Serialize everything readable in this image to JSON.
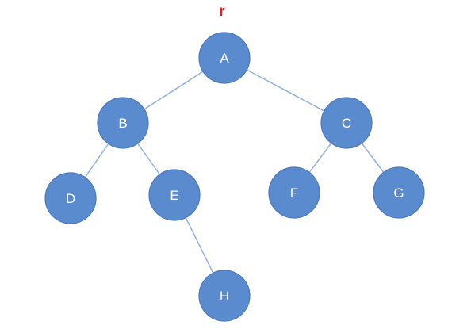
{
  "root_marker": {
    "text": "r",
    "color": "#e31b1b"
  },
  "colors": {
    "node_fill": "#5b8bcf",
    "node_stroke": "#4a78ba",
    "edge": "#8fb0dd",
    "label": "#ffffff"
  },
  "tree": {
    "nodes": [
      {
        "id": "A",
        "label": "A"
      },
      {
        "id": "B",
        "label": "B"
      },
      {
        "id": "C",
        "label": "C"
      },
      {
        "id": "D",
        "label": "D"
      },
      {
        "id": "E",
        "label": "E"
      },
      {
        "id": "F",
        "label": "F"
      },
      {
        "id": "G",
        "label": "G"
      },
      {
        "id": "H",
        "label": "H"
      }
    ],
    "edges": [
      {
        "from": "A",
        "to": "B"
      },
      {
        "from": "A",
        "to": "C"
      },
      {
        "from": "B",
        "to": "D"
      },
      {
        "from": "B",
        "to": "E"
      },
      {
        "from": "C",
        "to": "F"
      },
      {
        "from": "C",
        "to": "G"
      },
      {
        "from": "E",
        "to": "H"
      }
    ]
  }
}
